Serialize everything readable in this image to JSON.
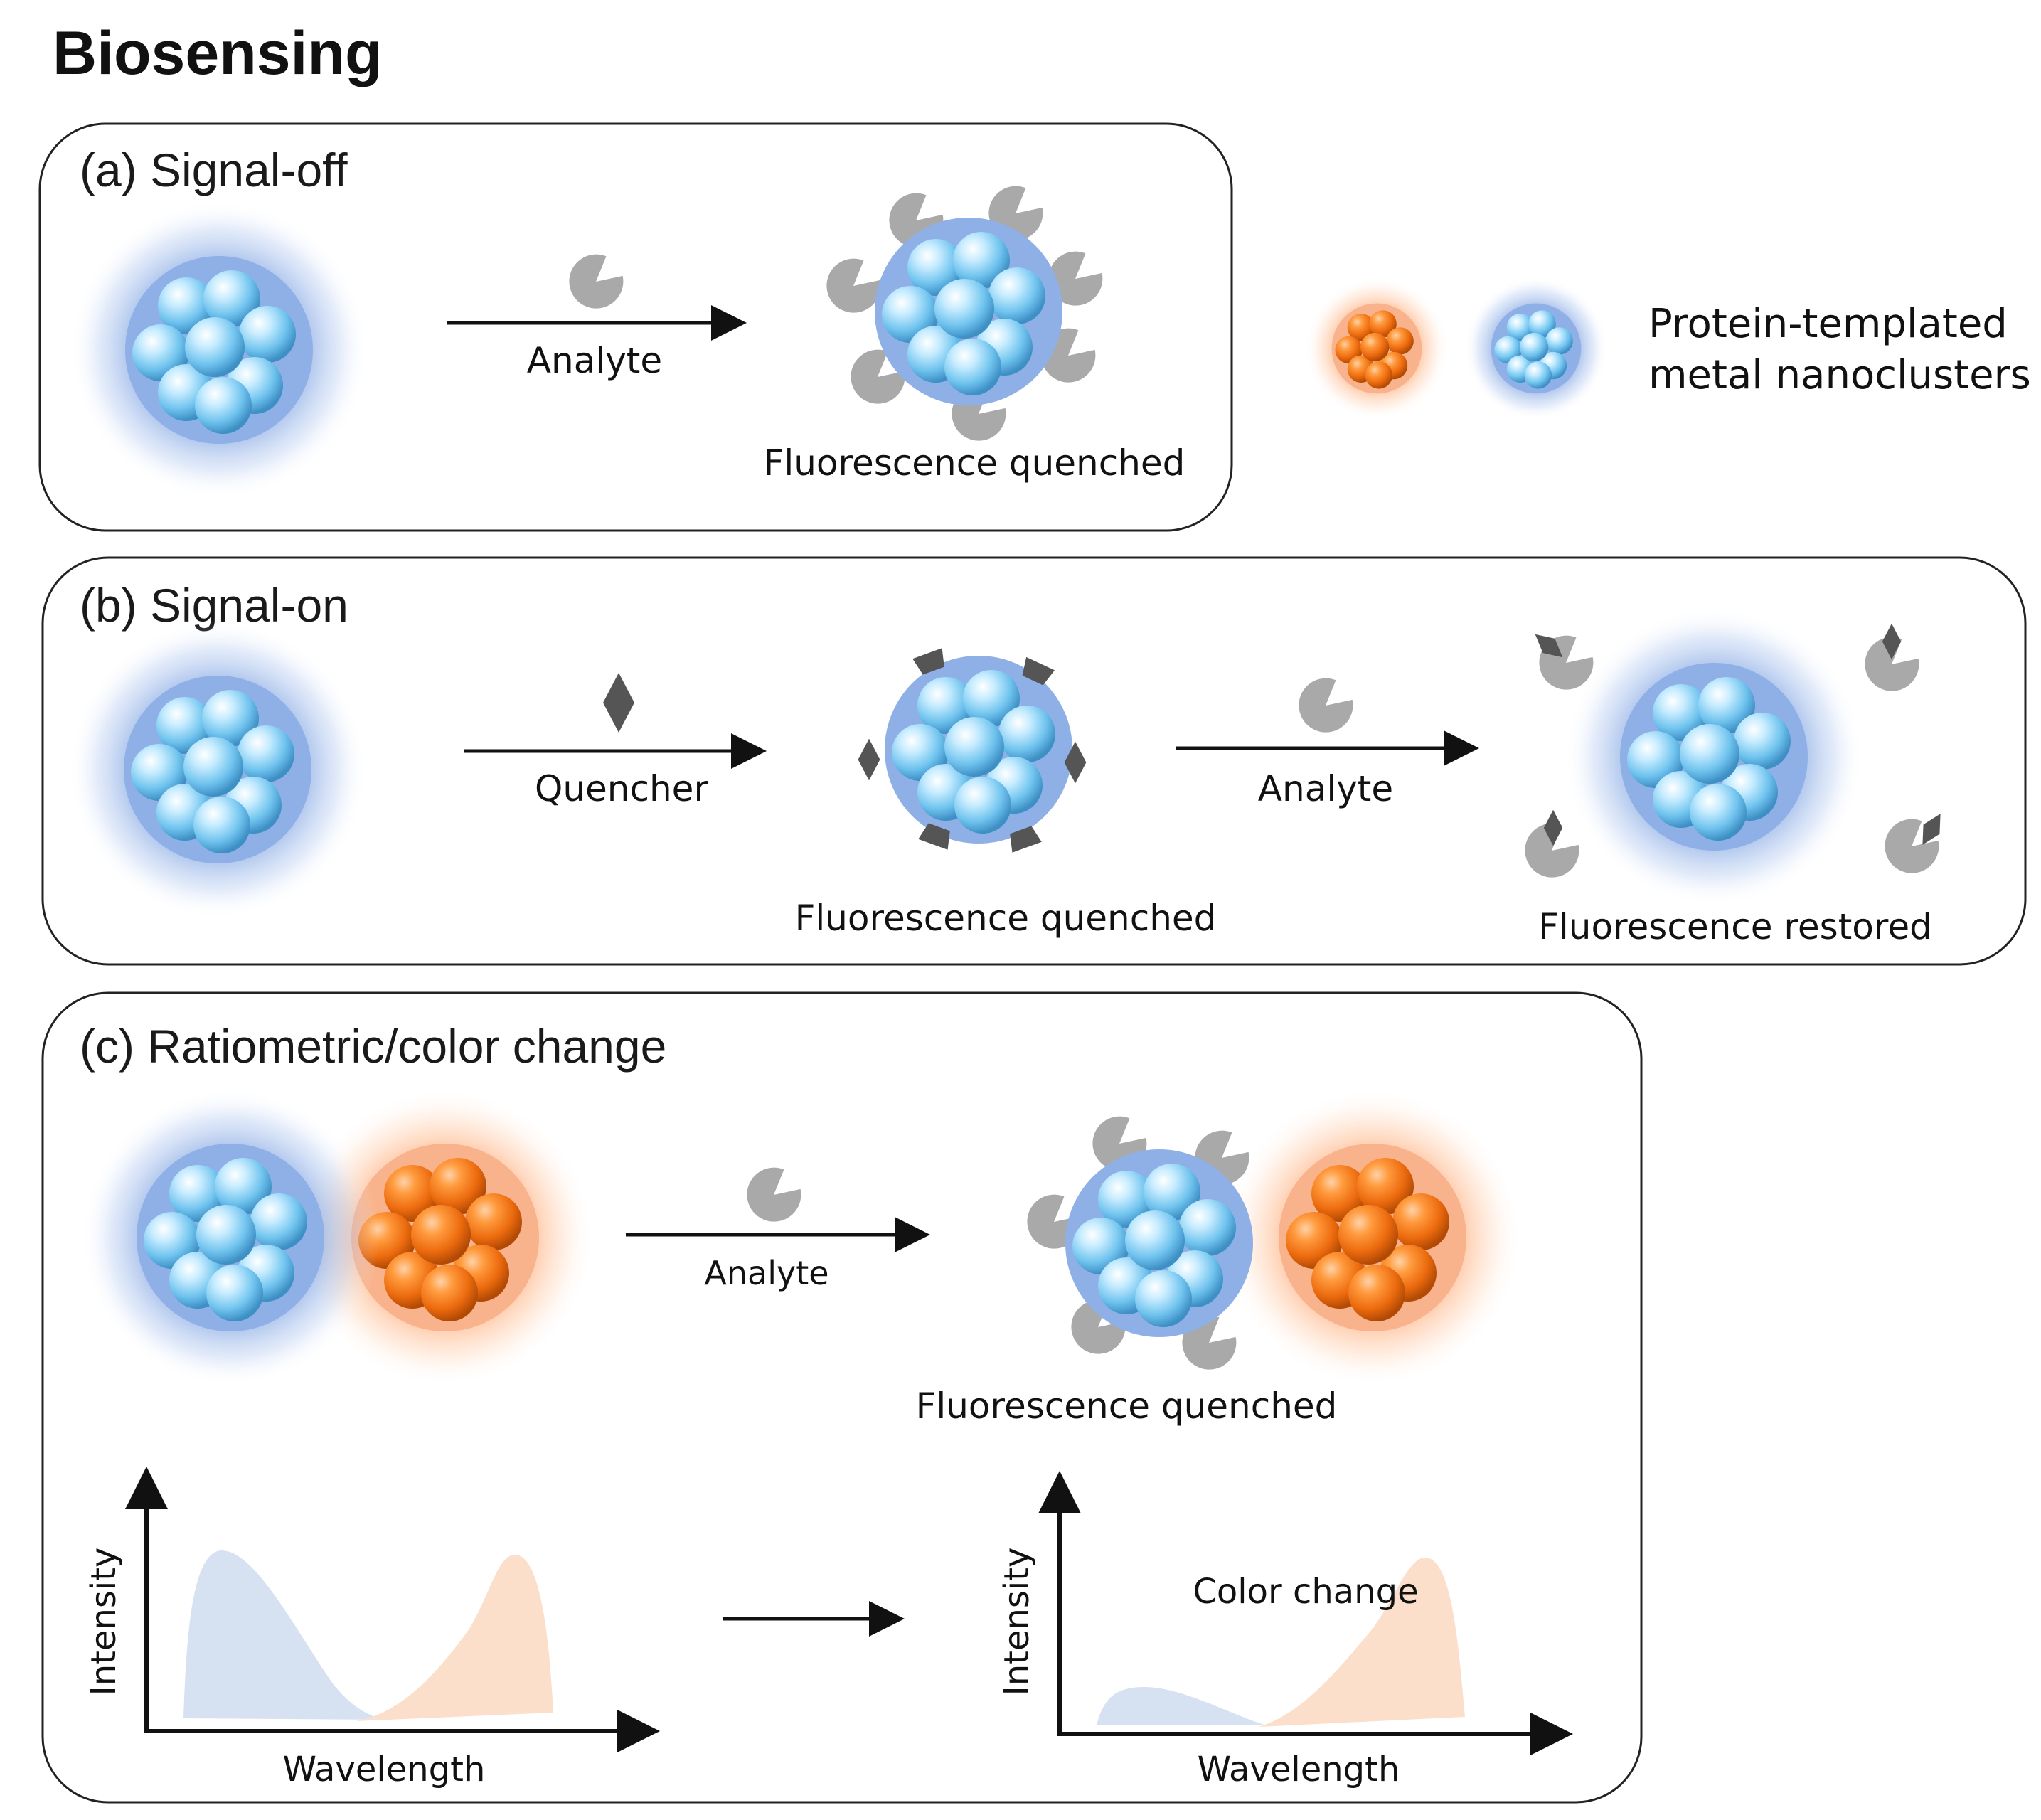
{
  "title": "Biosensing",
  "panel_a": {
    "title": "(a) Signal-off",
    "arrow_label": "Analyte",
    "result_label": "Fluorescence quenched"
  },
  "legend": {
    "line1": "Protein-templated",
    "line2": "metal nanoclusters"
  },
  "panel_b": {
    "title": "(b) Signal-on",
    "arrow1_label": "Quencher",
    "arrow2_label": "Analyte",
    "quenched_label": "Fluorescence quenched",
    "restored_label": "Fluorescence restored"
  },
  "panel_c": {
    "title": "(c) Ratiometric/color change",
    "arrow_label": "Analyte",
    "result_label": "Fluorescence quenched",
    "plot1": {
      "ylabel": "Intensity",
      "xlabel": "Wavelength"
    },
    "plot2": {
      "ylabel": "Intensity",
      "xlabel": "Wavelength",
      "annotation": "Color change"
    }
  },
  "colors": {
    "blue_glow": "#6f97dc",
    "blue_core": "#8fb0e6",
    "orange_glow": "#ff9a5c",
    "orange_core": "#f8b38c",
    "analyte_gray": "#a9a9a9",
    "quencher_gray": "#555555",
    "peak_blue": "#d6e1f2",
    "peak_orange": "#fbdfcb"
  }
}
